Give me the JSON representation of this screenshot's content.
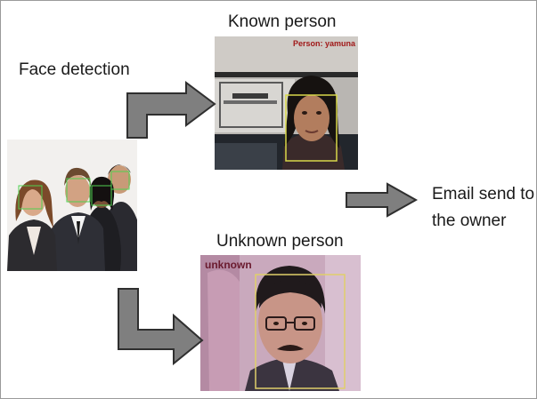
{
  "labels": {
    "face_detection": "Face detection",
    "known_person": "Known person",
    "unknown_person": "Unknown person",
    "email_line1": "Email send to",
    "email_line2": "the  owner"
  },
  "known_photo": {
    "overlay_text": "Person: yamuna"
  },
  "unknown_photo": {
    "overlay_text": "unknown"
  },
  "icons": {
    "arrow_up": "bent-arrow-up-right-icon",
    "arrow_down": "bent-arrow-down-right-icon",
    "arrow_right": "arrow-right-icon"
  },
  "colors": {
    "arrow_fill": "#7f7f7f",
    "arrow_stroke": "#2f2f2f",
    "detection_box_known": "#d8d84a",
    "detection_box_unknown": "#e0cf6a",
    "detection_box_group": "#4fd04f",
    "overlay_known": "#a01818",
    "overlay_unknown": "#6a1a2e"
  }
}
